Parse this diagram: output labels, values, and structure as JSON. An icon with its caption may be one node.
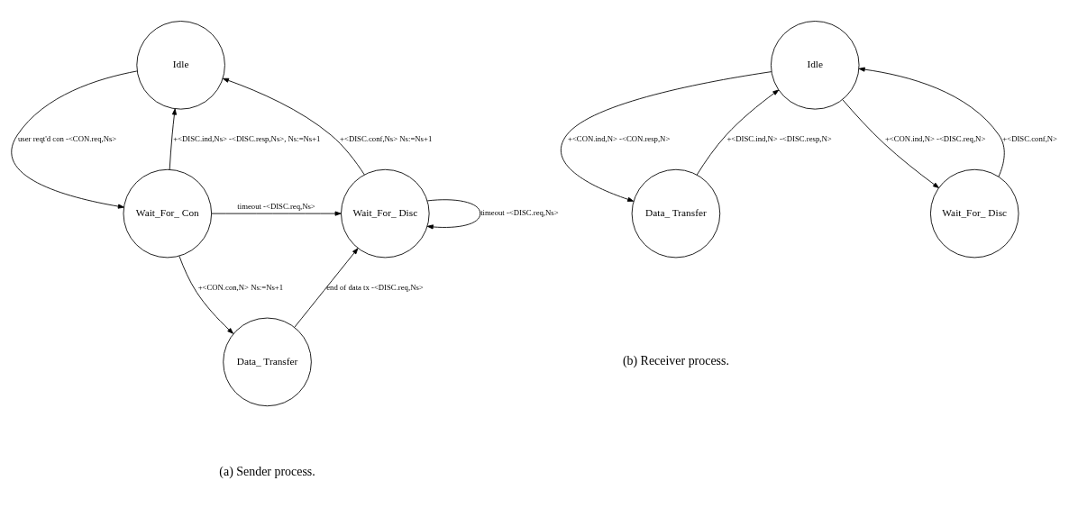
{
  "diagram": {
    "nodes": [
      {
        "text": [
          "Idle"
        ]
      },
      {
        "text": [
          "Wait_For_ Con"
        ]
      },
      {
        "text": [
          "Wait_For_ Disc"
        ]
      },
      {
        "text": [
          "Data_ Transfer"
        ]
      },
      {
        "text": [
          "Idle"
        ]
      },
      {
        "text": [
          "Data_ Transfer"
        ]
      },
      {
        "text": [
          "Wait_For_ Disc"
        ]
      }
    ],
    "edges": [
      {
        "from": 0,
        "to": 1,
        "arrow": "to",
        "label": "user reqt'd con -<CON.req,Ns>"
      },
      {
        "from": 1,
        "to": 0,
        "arrow": "to",
        "label": "+<DISC.ind,Ns> -<DISC.resp,Ns>, Ns:=Ns+1"
      },
      {
        "from": 2,
        "to": 0,
        "arrow": "to",
        "label": "+<DISC.conf,Ns> Ns:=Ns+1"
      },
      {
        "from": 1,
        "to": 2,
        "arrow": "to",
        "label": "timeout -<DISC.req,Ns>"
      },
      {
        "from": 2,
        "to": 2,
        "arrow": "to",
        "label": "timeout -<DISC.req,Ns>"
      },
      {
        "from": 1,
        "to": 3,
        "arrow": "to",
        "label": "+<CON.con,N> Ns:=Ns+1"
      },
      {
        "from": 3,
        "to": 2,
        "arrow": "to",
        "label": "end of data tx -<DISC.req,Ns>"
      },
      {
        "from": 4,
        "to": 5,
        "arrow": "to",
        "label": "+<CON.ind,N> -<CON.resp,N>"
      },
      {
        "from": 5,
        "to": 4,
        "arrow": "to",
        "label": "+<DISC.ind,N> -<DISC.resp,N>"
      },
      {
        "from": 6,
        "to": 4,
        "arrow": "to",
        "label": "+<DISC.conf,N>"
      },
      {
        "from": 4,
        "to": 6,
        "arrow": "to",
        "label": "+<CON.ind,N> -<DISC.req,N>"
      }
    ],
    "labels": [
      "(a) Sender process.",
      "(b) Receiver process."
    ]
  }
}
